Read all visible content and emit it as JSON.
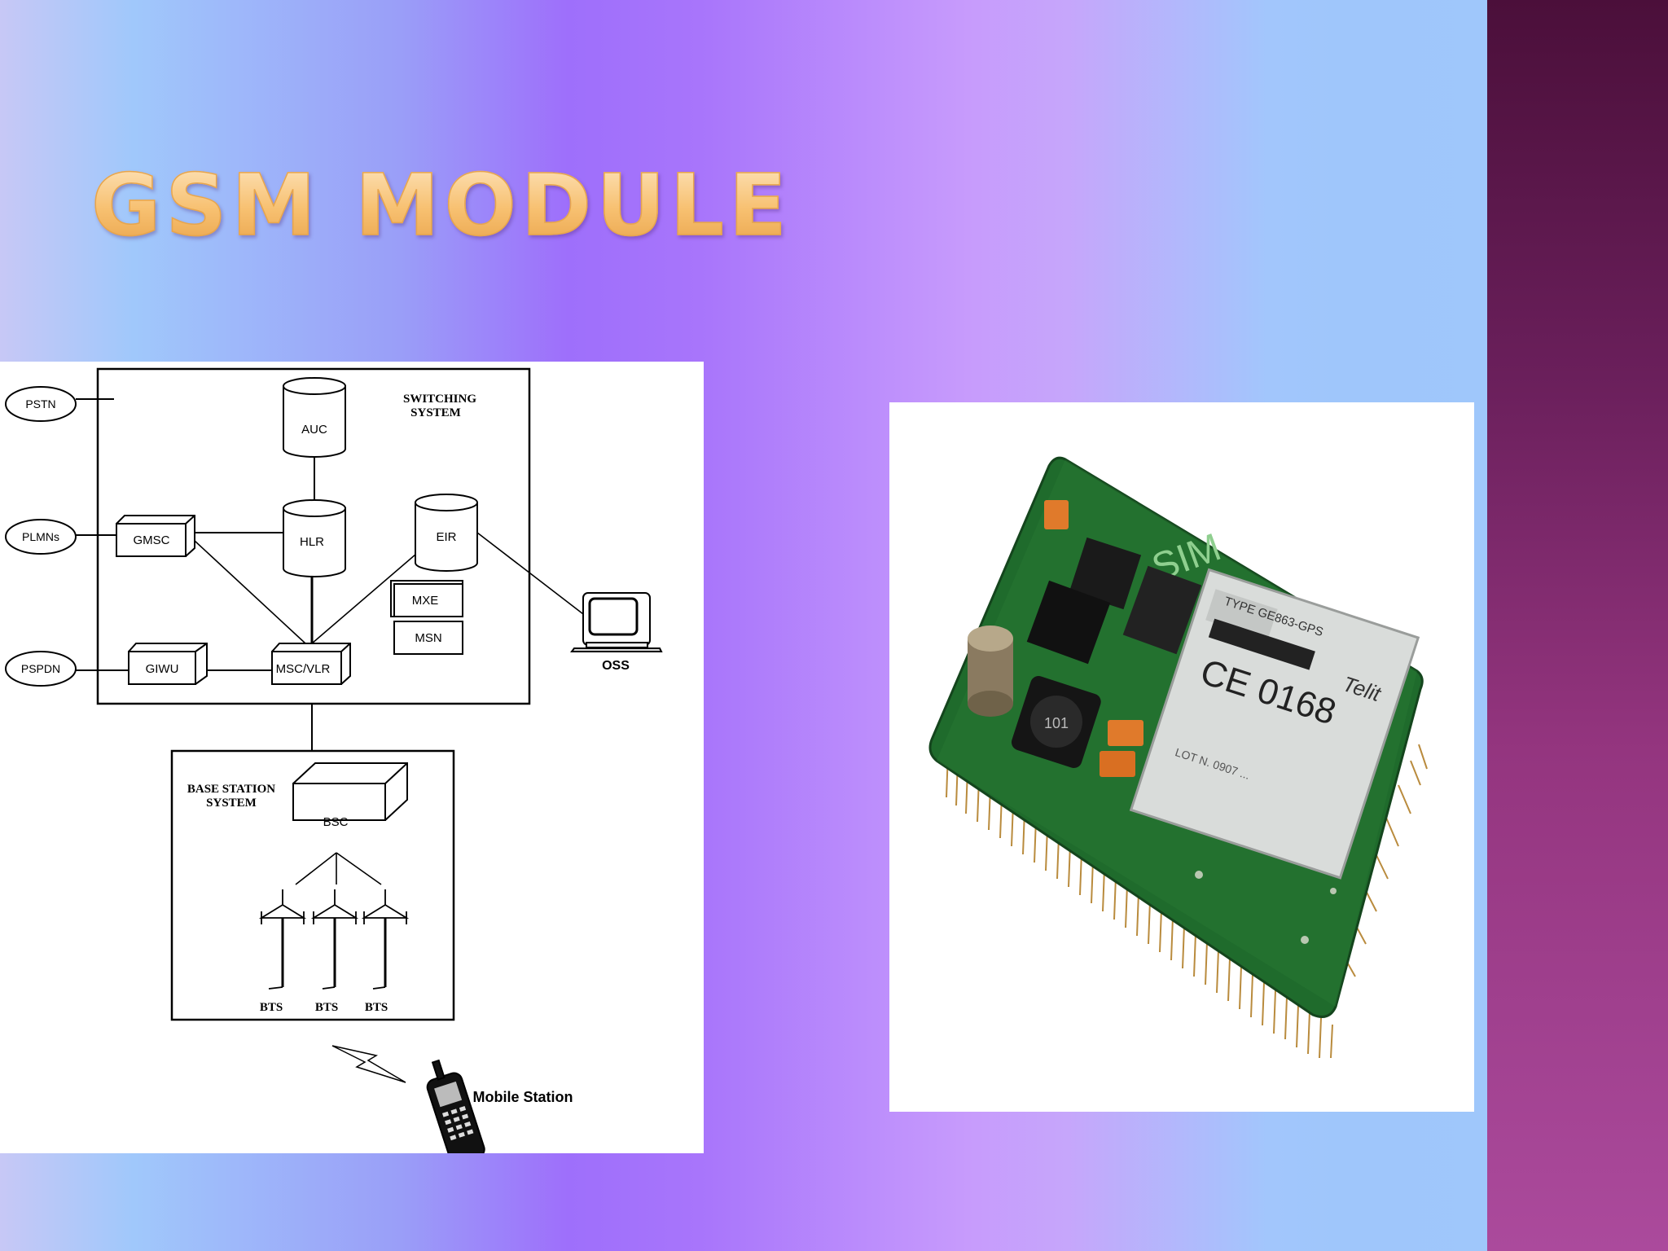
{
  "slide": {
    "title": "GSM MODULE",
    "colors": {
      "title_fill": "#f7c887",
      "side_bar": "#6a1f5b"
    }
  },
  "diagram": {
    "switching_system_label_line1": "SWITCHING",
    "switching_system_label_line2": "SYSTEM",
    "base_station_label_line1": "BASE STATION",
    "base_station_label_line2": "SYSTEM",
    "external_networks": [
      "PSTN",
      "PLMNs",
      "PSPDN"
    ],
    "databases": {
      "auc": "AUC",
      "hlr": "HLR",
      "eir": "EIR"
    },
    "nodes": {
      "gmsc": "GMSC",
      "giwu": "GIWU",
      "msc": "MSC/VLR",
      "mxe": "MXE",
      "msn": "MSN",
      "bsc": "BSC"
    },
    "bts_labels": [
      "BTS",
      "BTS",
      "BTS"
    ],
    "oss_label": "OSS",
    "mobile_station_label": "Mobile Station"
  },
  "module_photo": {
    "sim_label": "SIM",
    "chip_type": "TYPE GE863-GPS",
    "ce_mark": "CE 0168",
    "brand": "Telit",
    "lot": "LOT N. 0907 ...",
    "inductor_label": "101"
  }
}
